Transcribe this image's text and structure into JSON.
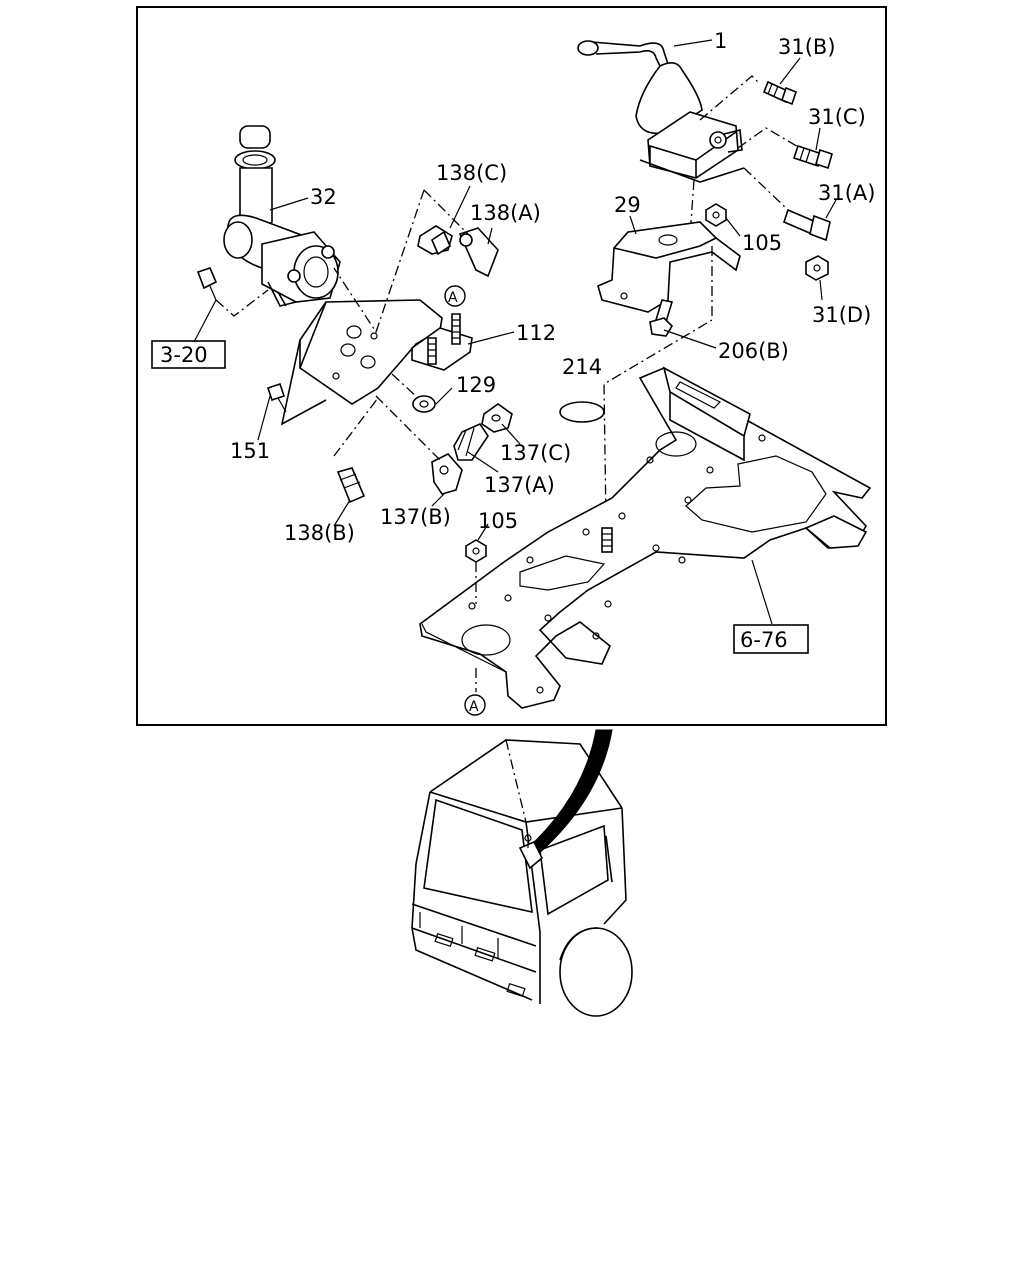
{
  "labels": {
    "l1": "1",
    "l31b": "31(B)",
    "l31c": "31(C)",
    "l31a": "31(A)",
    "l31d": "31(D)",
    "l32": "32",
    "l138c": "138(C)",
    "l138a": "138(A)",
    "l29": "29",
    "l105a": "105",
    "lA1": "A",
    "l112": "112",
    "l206b": "206(B)",
    "l320": "3-20",
    "l214": "214",
    "l129": "129",
    "l151": "151",
    "l137c": "137(C)",
    "l137a": "137(A)",
    "l138b": "138(B)",
    "l137b": "137(B)",
    "l105b": "105",
    "l676": "6-76",
    "lA2": "A"
  }
}
